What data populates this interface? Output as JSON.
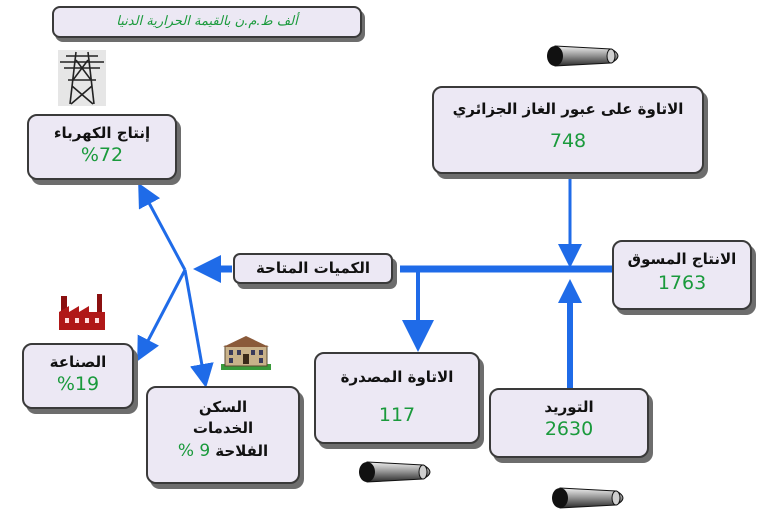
{
  "unit_label": "ألف ط.م.ن بالقيمة الحرارية الدنيا",
  "boxes": {
    "transit": {
      "title": "الاتاوة على عبور الغاز الجزائري",
      "value": "748"
    },
    "marketed": {
      "title": "الانتاج المسوق",
      "value": "1763"
    },
    "available": {
      "title": "الكميات المتاحة"
    },
    "electricity": {
      "title": "إنتاج الكهرباء",
      "value": "%72"
    },
    "industry": {
      "title": "الصناعة",
      "value": "%19"
    },
    "residential": {
      "line1": "السكن",
      "line2": "الخدمات",
      "line3_text": "الفلاحة",
      "line3_value": "9 %"
    },
    "exported": {
      "title": "الاتاوة المصدرة",
      "value": "117"
    },
    "import": {
      "title": "التوريد",
      "value": "2630"
    }
  },
  "colors": {
    "arrow": "#1f6be8",
    "value": "#1a9a3c",
    "box_bg": "#ece8f4"
  },
  "icons": [
    "power-tower-icon",
    "factory-icon",
    "building-icon",
    "pipe-icon"
  ]
}
